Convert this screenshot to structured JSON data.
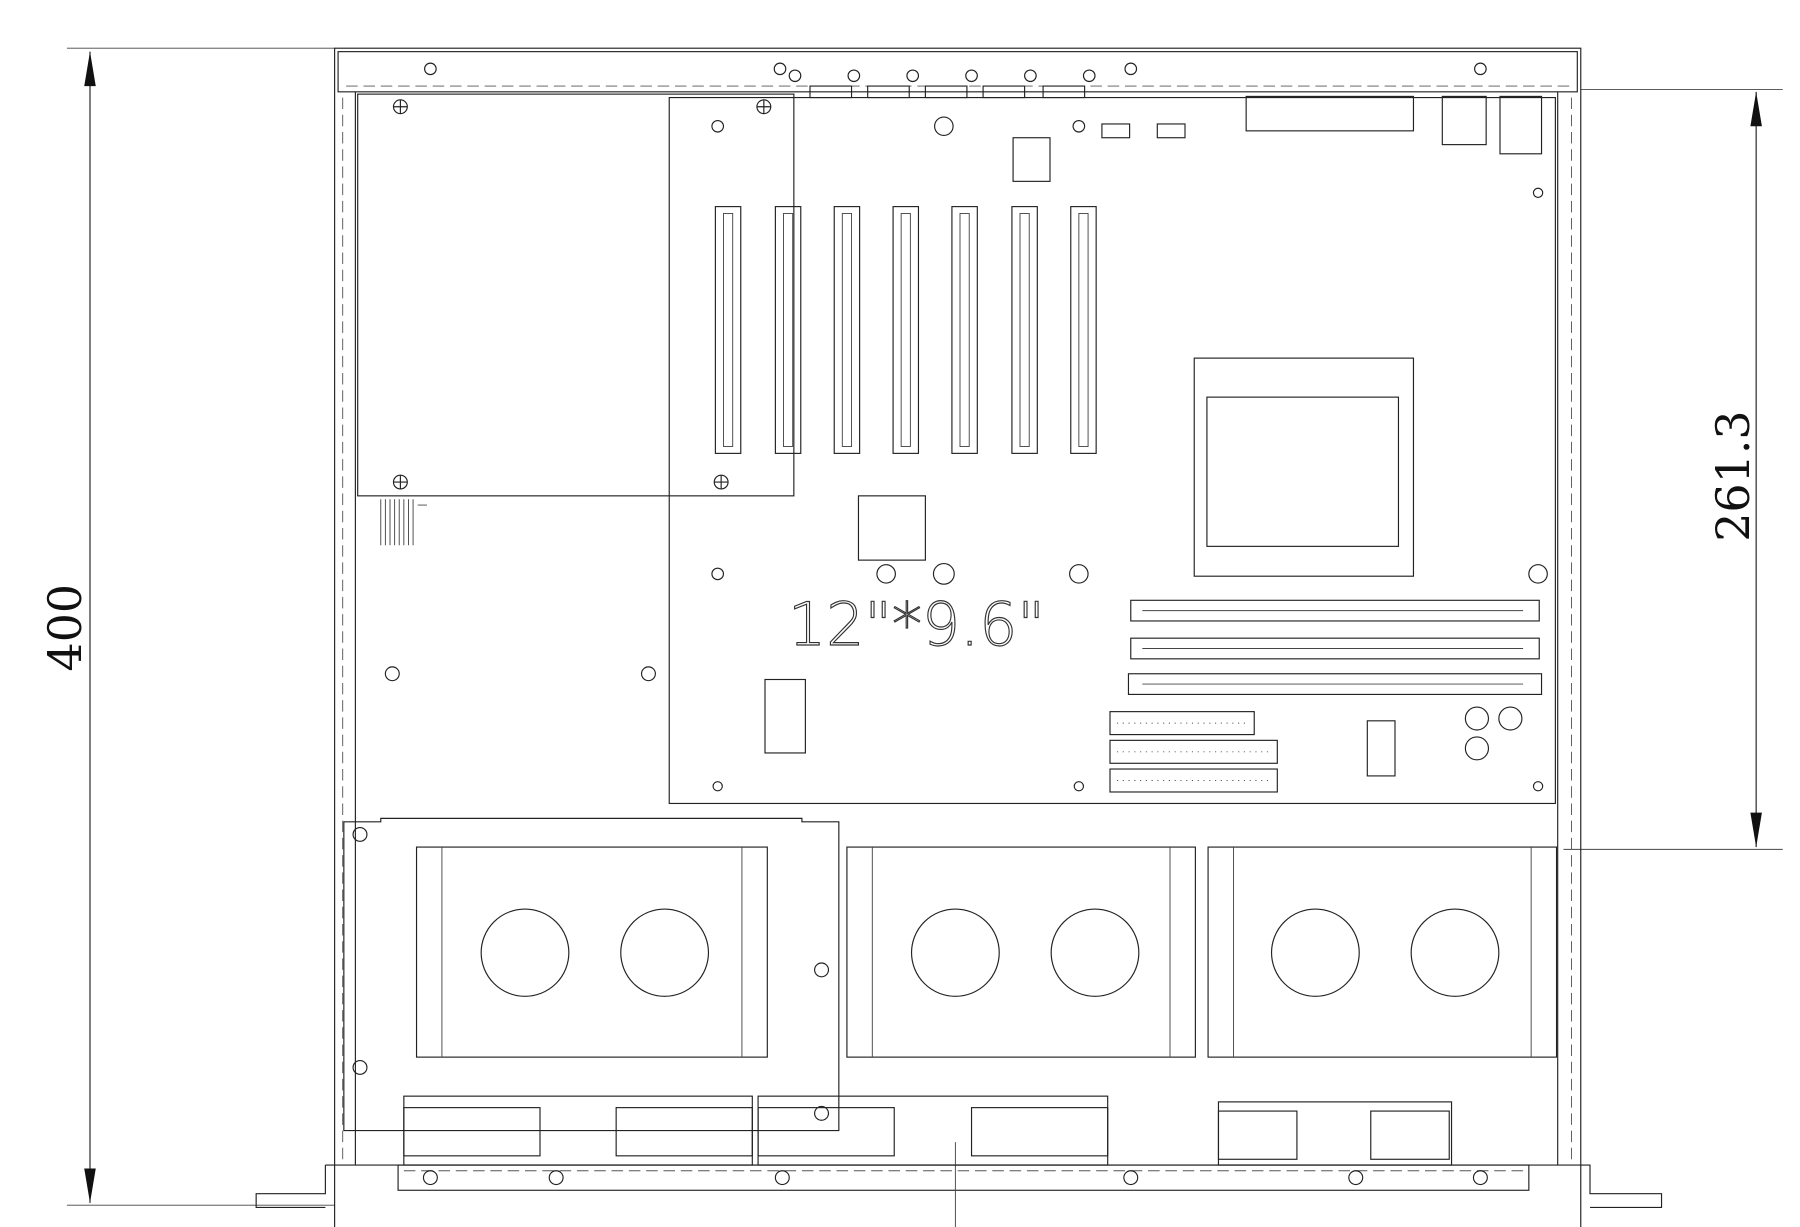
{
  "drawing": {
    "overall_depth_dimension": "400",
    "board_depth_dimension": "261.3",
    "motherboard_size_label": "12\"*9.6\""
  }
}
